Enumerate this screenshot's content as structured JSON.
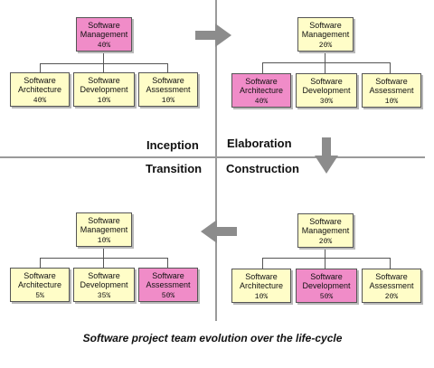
{
  "phases": {
    "inception": "Inception",
    "elaboration": "Elaboration",
    "transition": "Transition",
    "construction": "Construction"
  },
  "role_labels": {
    "management": [
      "Software",
      "Management"
    ],
    "architecture": [
      "Software",
      "Architecture"
    ],
    "development": [
      "Software",
      "Development"
    ],
    "assessment": [
      "Software",
      "Assessment"
    ]
  },
  "quadrants": {
    "inception": {
      "management": "40%",
      "architecture": "40%",
      "development": "10%",
      "assessment": "10%",
      "highlighted": "management"
    },
    "elaboration": {
      "management": "20%",
      "architecture": "40%",
      "development": "30%",
      "assessment": "10%",
      "highlighted": "architecture"
    },
    "construction": {
      "management": "20%",
      "architecture": "10%",
      "development": "50%",
      "assessment": "20%",
      "highlighted": "development"
    },
    "transition": {
      "management": "10%",
      "architecture": "5%",
      "development": "35%",
      "assessment": "50%",
      "highlighted": "assessment"
    }
  },
  "colors": {
    "highlight": "#f08cc8",
    "box": "#fffdc8",
    "arrow": "#8c8c8c"
  },
  "caption": "Software project team evolution over the life-cycle"
}
